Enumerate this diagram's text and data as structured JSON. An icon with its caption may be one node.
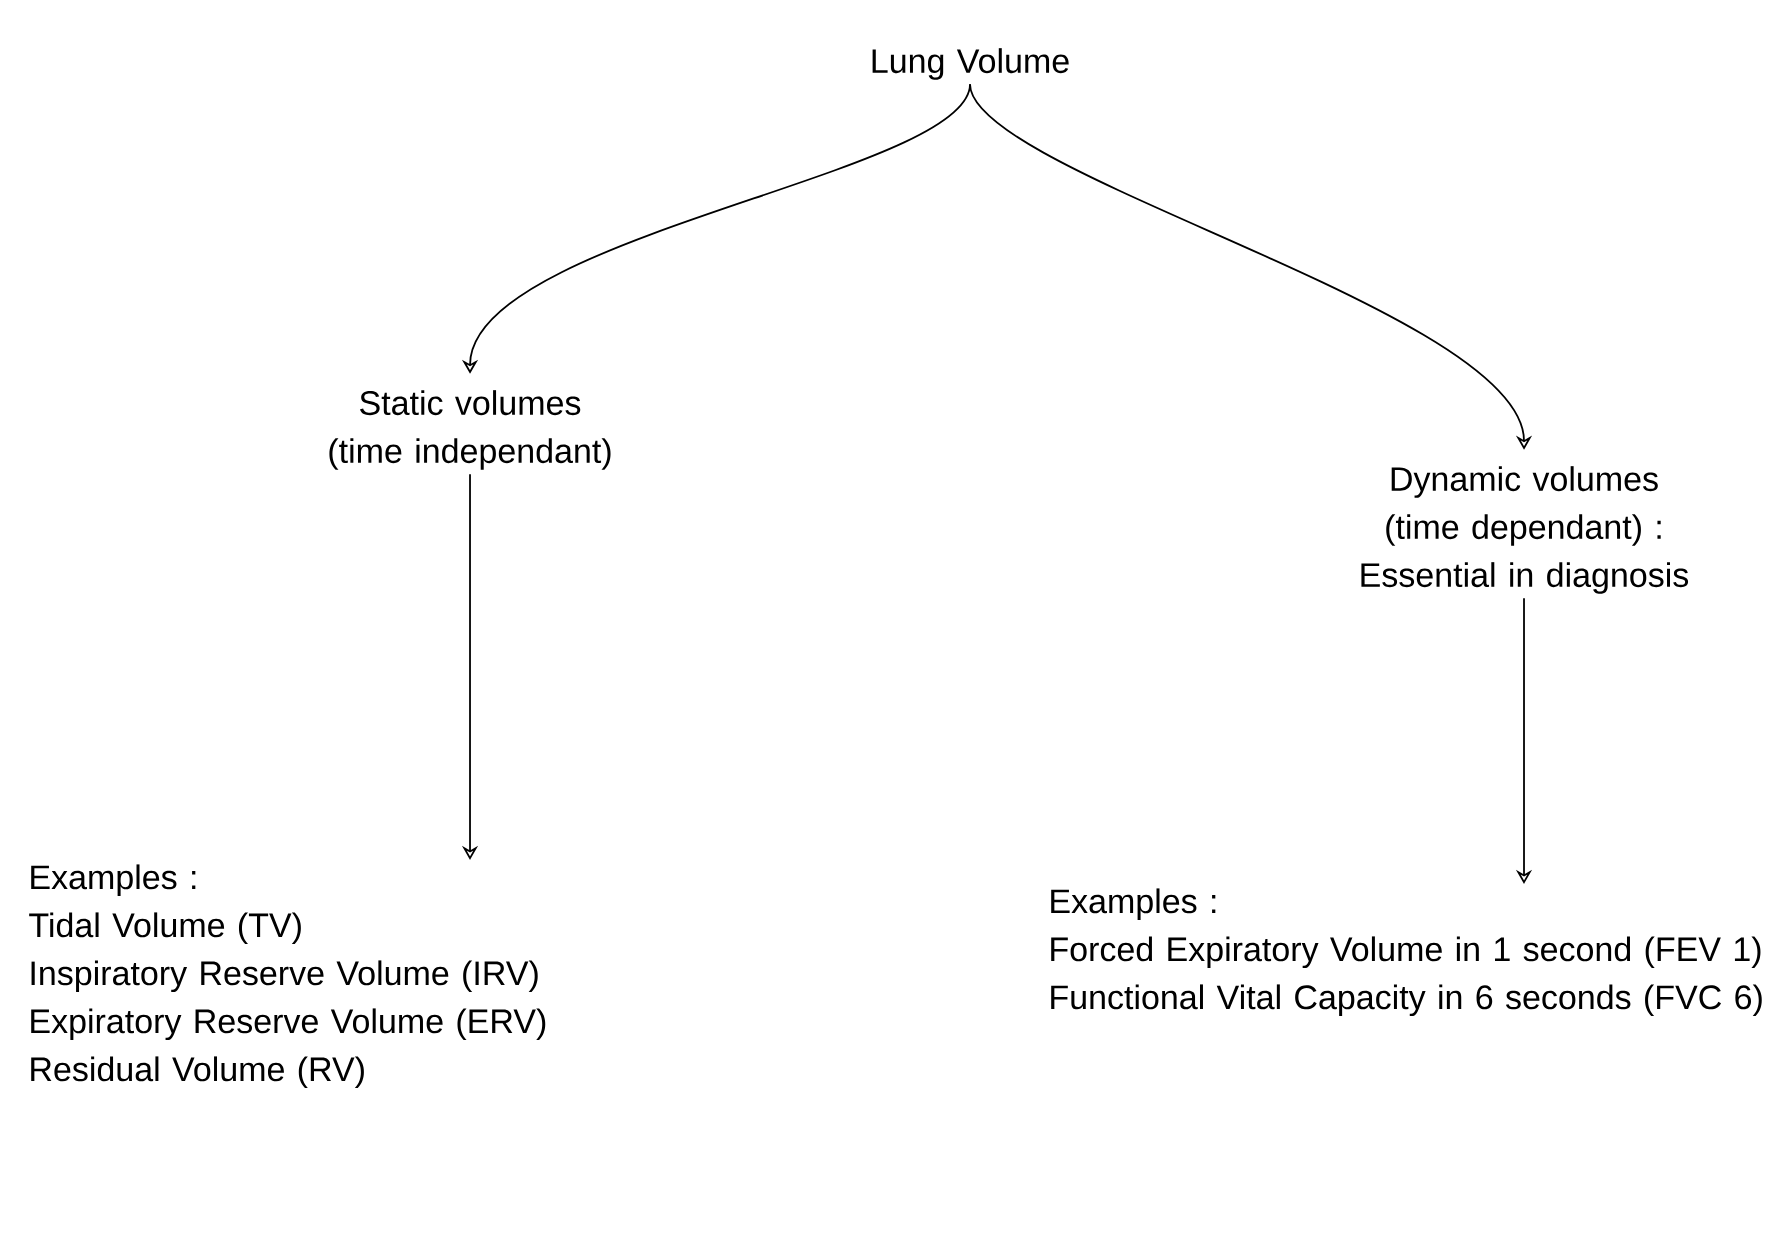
{
  "diagram": {
    "nodes": [
      {
        "text": [
          "Lung Volume"
        ]
      },
      {
        "text": [
          "Static volumes (time independant)"
        ]
      },
      {
        "text": [
          "Dynamic volumes (time dependant) : Essential in diagnosis"
        ]
      },
      {
        "text": [
          "Examples :",
          "Tidal Volume (TV)",
          "Inspiratory Reserve Volume (IRV)",
          "Expiratory Reserve Volume (ERV)",
          "Residual Volume (RV)"
        ]
      },
      {
        "text": [
          "Examples :",
          "Forced Expiratory Volume in 1 second (FEV 1)",
          "Functional Vital Capacity in 6 seconds (FVC 6)"
        ]
      }
    ],
    "edges": [
      {
        "from": 0,
        "to": 1,
        "arrow": "to"
      },
      {
        "from": 0,
        "to": 2,
        "arrow": "to"
      },
      {
        "from": 1,
        "to": 3,
        "arrow": "to"
      },
      {
        "from": 2,
        "to": 4,
        "arrow": "to"
      }
    ]
  }
}
